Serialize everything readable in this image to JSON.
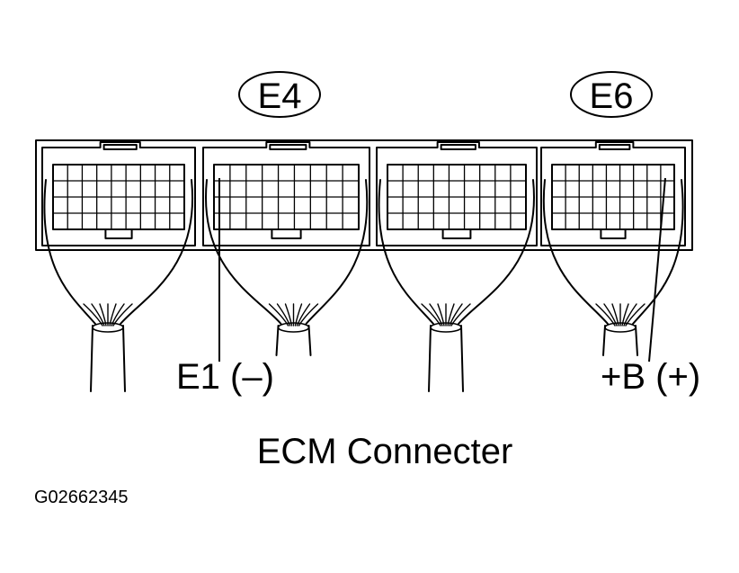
{
  "connector_labels": {
    "left": "E4",
    "right": "E6"
  },
  "pin_labels": {
    "ground": "E1 (–)",
    "battery": "+B (+)"
  },
  "caption": "ECM Connecter",
  "figure_code": "G02662345",
  "colors": {
    "ink": "#000000",
    "paper": "#ffffff"
  }
}
